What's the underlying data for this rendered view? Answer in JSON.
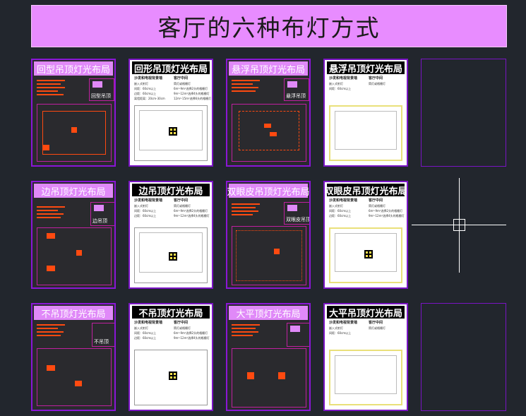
{
  "banner": {
    "title": "客厅的六种布灯方式"
  },
  "row1": {
    "cad1_title": "回型吊顶灯光布局",
    "cad1_legend": "回型吊顶",
    "paper1_title": "回形吊顶灯光布局",
    "cad2_title": "悬浮吊顶灯光布局",
    "cad2_legend": "悬浮吊顶",
    "paper2_title": "悬浮吊顶灯光布局"
  },
  "row2": {
    "cad1_title": "边吊顶灯光布局",
    "cad1_legend": "边吊顶",
    "paper1_title": "边吊顶灯光布局",
    "cad2_title": "双眼皮吊顶灯光布局",
    "cad2_legend": "双眼皮吊顶",
    "paper2_title": "双眼皮吊顶灯光布局"
  },
  "row3": {
    "cad1_title": "不吊顶灯光布局",
    "cad1_legend": "不吊顶",
    "paper1_title": "不吊顶灯光布局",
    "cad2_title": "大平顶灯光布局",
    "paper2_title": "大平吊顶灯光布局"
  },
  "paper_text": {
    "left_header": "沙发和电视背景墙",
    "right_header": "客厅中间",
    "l1": "嵌入式射灯",
    "l2": "间距：60cm以上",
    "l3": "边距：60cm以上",
    "l4": "离墙距离：20cm-30cm",
    "r1": "筒灯或格栅灯",
    "r2": "6m²-9m²选择2头的格栅灯",
    "r3": "9m²-12m²选择4头的格栅灯",
    "r4": "12m²-15m²选择6头的格栅灯"
  },
  "colors": {
    "background": "#22262d",
    "banner": "#e88cff",
    "cad_border": "#8a16d6",
    "lamp_red": "#ff4a10",
    "lamp_yellow": "#ffe14a"
  }
}
